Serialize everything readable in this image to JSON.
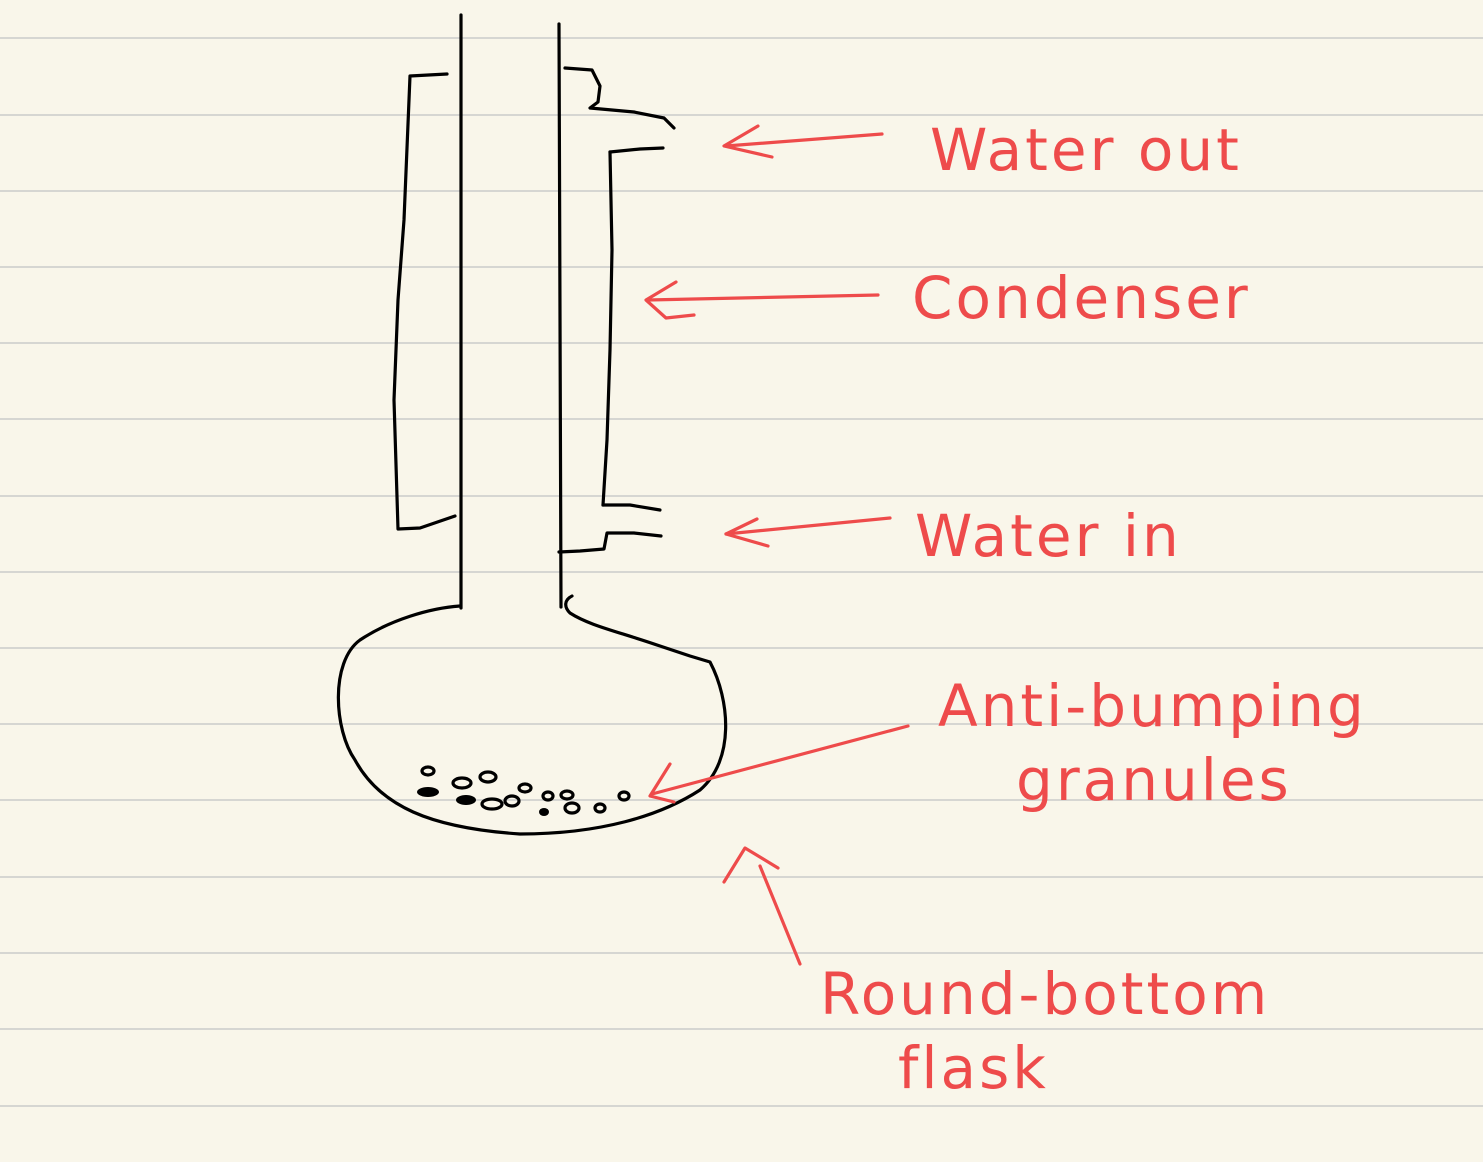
{
  "labels": {
    "water_out": "Water out",
    "condenser": "Condenser",
    "water_in": "Water in",
    "anti_bumping_line1": "Anti-bumping",
    "anti_bumping_line2": "granules",
    "flask_line1": "Round-bottom",
    "flask_line2": "flask"
  },
  "colors": {
    "paper": "#f9f6ea",
    "rule": "#d6d6d2",
    "ink": "#000000",
    "annotation": "#ee4b4b"
  }
}
